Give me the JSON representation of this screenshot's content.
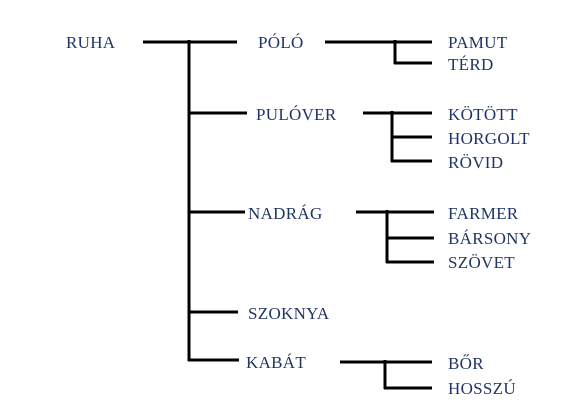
{
  "tree": {
    "root": "RUHA",
    "categories": [
      {
        "label": "PÓLÓ",
        "children": [
          "PAMUT",
          "TÉRD"
        ]
      },
      {
        "label": "PULÓVER",
        "children": [
          "KÖTÖTT",
          "HORGOLT",
          "RÖVID"
        ]
      },
      {
        "label": "NADRÁG",
        "children": [
          "FARMER",
          "BÁRSONY",
          "SZÖVET"
        ]
      },
      {
        "label": "SZOKNYA",
        "children": []
      },
      {
        "label": "KABÁT",
        "children": [
          "BŐR",
          "HOSSZÚ"
        ]
      }
    ]
  },
  "colors": {
    "text": "#1f3564",
    "lines": "#000000",
    "background": "#ffffff"
  }
}
